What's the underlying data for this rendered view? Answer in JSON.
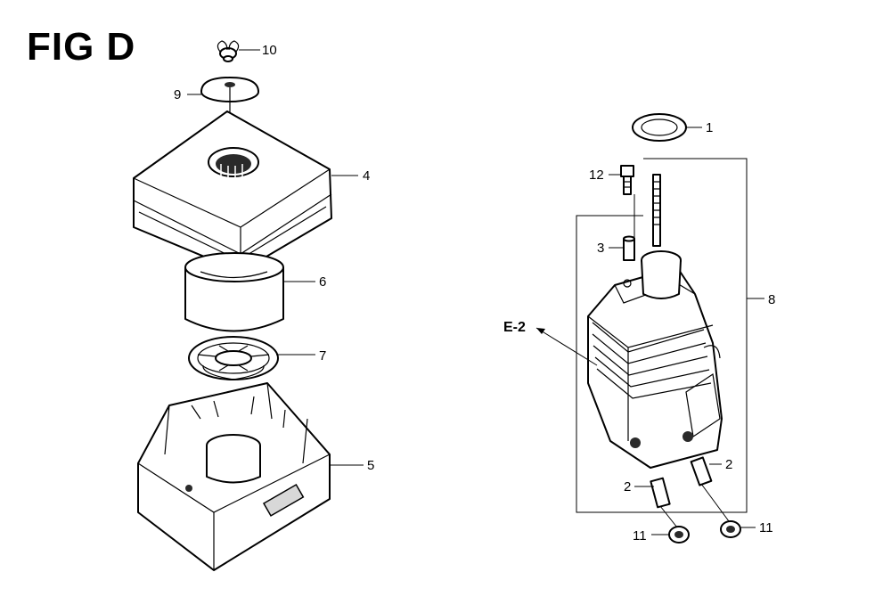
{
  "figure": {
    "title": "FIG D",
    "callouts": {
      "p1": "1",
      "p2a": "2",
      "p2b": "2",
      "p3": "3",
      "p4": "4",
      "p5": "5",
      "p6": "6",
      "p7": "7",
      "p8": "8",
      "p9": "9",
      "p10": "10",
      "p11a": "11",
      "p11b": "11",
      "p12": "12"
    },
    "reference": "E-2"
  }
}
